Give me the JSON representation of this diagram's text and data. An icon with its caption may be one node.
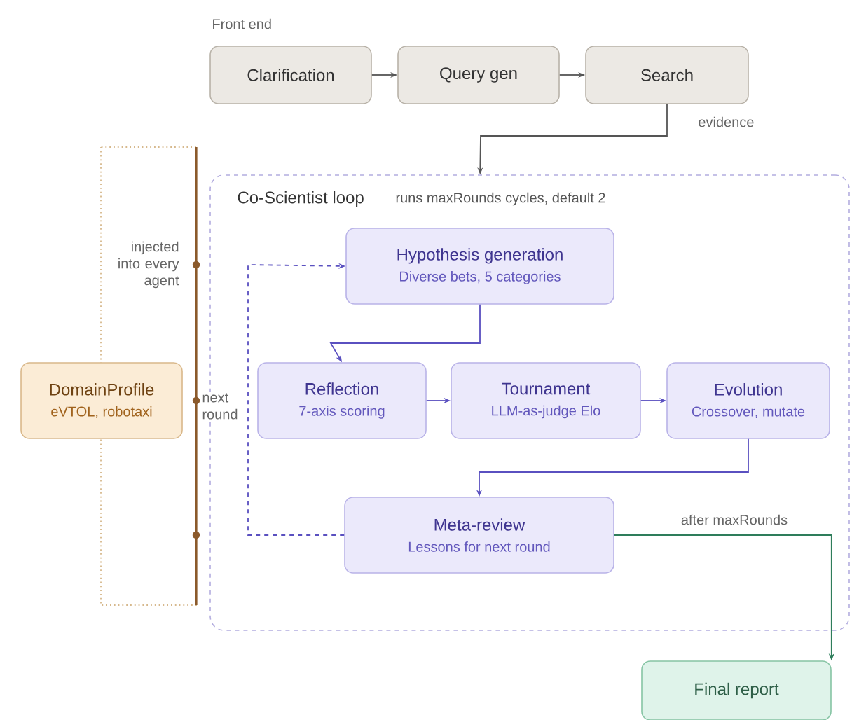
{
  "diagram": {
    "nodes": [
      {
        "text": [
          "Clarification"
        ]
      },
      {
        "text": [
          "Query gen"
        ]
      },
      {
        "text": [
          "Search"
        ]
      },
      {
        "text": [
          "Co-Scientist loop",
          "runs maxRounds cycles, default 2"
        ]
      },
      {
        "text": [
          "Hypothesis generation",
          "Diverse bets, 5 categories"
        ],
        "in": 3
      },
      {
        "text": [
          "Reflection",
          "7-axis scoring"
        ],
        "in": 3
      },
      {
        "text": [
          "Tournament",
          "LLM-as-judge Elo"
        ],
        "in": 3
      },
      {
        "text": [
          "Evolution",
          "Crossover, mutate"
        ],
        "in": 3
      },
      {
        "text": [
          "Meta-review",
          "Lessons for next round"
        ],
        "in": 3
      },
      {
        "text": [
          "Final report"
        ]
      },
      {
        "text": [
          "DomainProfile",
          "eVTOL, robotaxi"
        ]
      }
    ],
    "edges": [
      {
        "from": 0,
        "to": 1,
        "arrow": "to",
        "color": "#555555"
      },
      {
        "from": 1,
        "to": 2,
        "arrow": "to",
        "color": "#555555"
      },
      {
        "from": 2,
        "to": 3,
        "arrow": "to",
        "label": "evidence",
        "color": "#555555"
      },
      {
        "from": 4,
        "to": 5,
        "arrow": "to"
      },
      {
        "from": 5,
        "to": 6,
        "arrow": "to"
      },
      {
        "from": 6,
        "to": 7,
        "arrow": "to"
      },
      {
        "from": 7,
        "to": 8,
        "arrow": "to"
      },
      {
        "from": 8,
        "to": 4,
        "arrow": "to",
        "label": "next round",
        "style": "dashed"
      },
      {
        "from": 8,
        "to": 9,
        "arrow": "to",
        "label": "after maxRounds",
        "color": "#2e7d5b"
      }
    ],
    "labels": [
      "Front end",
      "injected into every agent"
    ]
  }
}
